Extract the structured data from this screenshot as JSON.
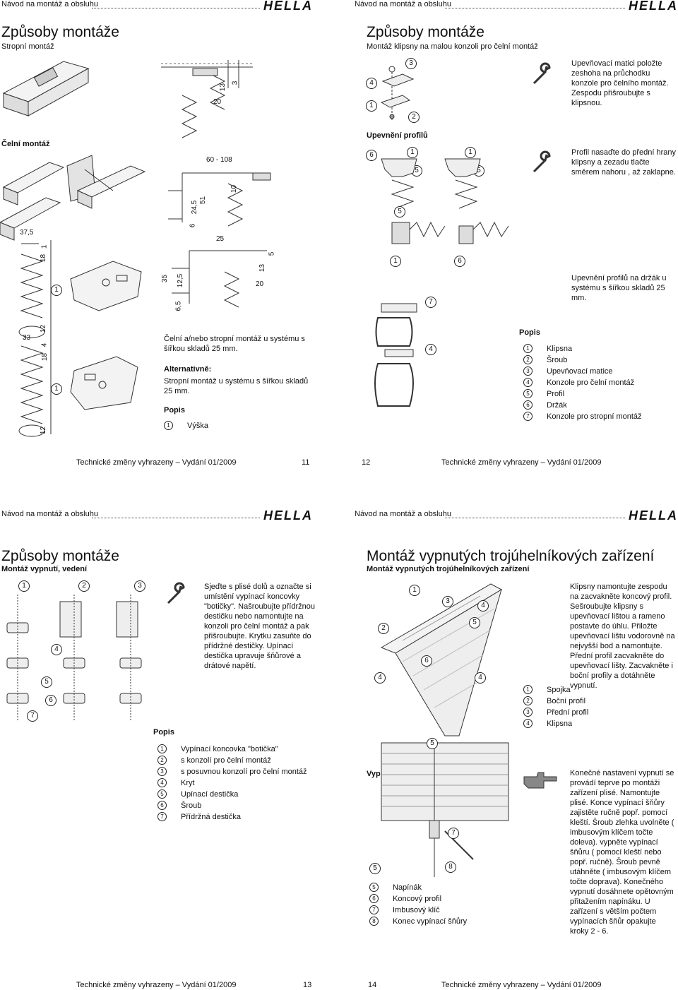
{
  "header": {
    "doc_title": "Návod na montáž a obsluhu",
    "brand": "HELLA"
  },
  "p11": {
    "title": "Způsoby montáže",
    "sub1": "Stropní montáž",
    "sub2": "Čelní montáž",
    "text1": "Čelní a/nebo stropní montáž u systému s šířkou skladů 25 mm.",
    "alt_head": "Alternativně:",
    "alt_text": "Stropní montáž u systému s šířkou skladů 25 mm.",
    "popis": "Popis",
    "legend": [
      {
        "n": "1",
        "label": "Výška"
      }
    ],
    "dims": [
      "20",
      "13",
      "3",
      "60 - 108",
      "10",
      "51",
      "24,5",
      "6",
      "25",
      "5",
      "13",
      "20",
      "35",
      "12,5",
      "6,5",
      "37,5",
      "18",
      "1",
      "33",
      "12",
      "18",
      "4",
      "12"
    ],
    "footer": "Technické změny vyhrazeny – Vydání 01/2009",
    "page": "11"
  },
  "p12": {
    "title": "Způsoby montáže",
    "sub1": "Montáž klipsny na malou konzoli pro čelní montáž",
    "text1": "Upevňovací matici položte zeshoha na průchodku konzole pro čelního montáž. Zespodu přišroubujte s klipsnou.",
    "sub2": "Upevnění profilů",
    "text2": "Profil nasaďte do přední hrany klipsny a zezadu tlačte směrem nahoru , až zaklapne.",
    "text3": "Upevnění profilů na držák u systému s šířkou skladů 25 mm.",
    "popis": "Popis",
    "legend": [
      {
        "n": "1",
        "label": "Klipsna"
      },
      {
        "n": "2",
        "label": "Šroub"
      },
      {
        "n": "3",
        "label": "Upevňovací matice"
      },
      {
        "n": "4",
        "label": "Konzole pro čelní montáž"
      },
      {
        "n": "5",
        "label": "Profil"
      },
      {
        "n": "6",
        "label": "Držák"
      },
      {
        "n": "7",
        "label": "Konzole pro stropní montáž"
      }
    ],
    "footer": "Technické změny vyhrazeny – Vydání 01/2009",
    "page": "12"
  },
  "p13": {
    "title": "Způsoby montáže",
    "sub1": "Montáž vypnutí, vedení",
    "text1": "Sjeďte s plisé dolů a označte si umístění vypínací koncovky \"botičky\". Našroubujte přídržnou destičku nebo namontujte na konzoli pro čelní montáž a pak přišroubujte. Krytku zasuňte do přídržné destičky. Upínací destička upravuje šňůrové a drátové napětí.",
    "popis": "Popis",
    "legend": [
      {
        "n": "1",
        "label": "Vypínací koncovka \"botička\""
      },
      {
        "n": "2",
        "label": "s konzolí pro čelní montáž"
      },
      {
        "n": "3",
        "label": "s posuvnou konzolí pro čelní montáž"
      },
      {
        "n": "4",
        "label": "Kryt"
      },
      {
        "n": "5",
        "label": "Upínací destička"
      },
      {
        "n": "6",
        "label": "Šroub"
      },
      {
        "n": "7",
        "label": "Přídržná destička"
      }
    ],
    "footer": "Technické změny vyhrazeny – Vydání 01/2009",
    "page": "13"
  },
  "p14": {
    "title": "Montáž vypnutých trojúhelníkových zařízení",
    "sub1": "Montáž vypnutých trojúhelníkových zařízení",
    "text1": "Klipsny namontujte zespodu na zacvakněte koncový profil. Sešroubujte klipsny s upevňovací lištou a rameno postavte do úhlu. Přiložte upevňovací lištu vodorovně na nejvyšší bod a namontujte. Přední profil zacvakněte do upevňovací lišty. Zacvakněte i boční profily a dotáhněte vypnutí.",
    "legend1": [
      {
        "n": "1",
        "label": "Spojka"
      },
      {
        "n": "2",
        "label": "Boční profil"
      },
      {
        "n": "3",
        "label": "Přední profil"
      },
      {
        "n": "4",
        "label": "Klipsna"
      }
    ],
    "sub2": "Vypnutí",
    "text2": "Konečné nastavení vypnutí se provádí teprve po montáži zařízení plisé. Namontujte plisé. Konce vypínací šňůry zajistěte ručně popř. pomocí kleští. Šroub zlehka uvolněte ( imbusovým klíčem točte doleva). vypněte vypínací šňůru ( pomocí kleští nebo popř. ručně). Šroub pevně utáhněte ( imbusovým klíčem točte doprava). Konečného vypnutí dosáhnete opětovným přitažením napínáku. U zařízení s větším počtem vypínacích šňůr opakujte kroky 2 - 6.",
    "legend2": [
      {
        "n": "5",
        "label": "Napínák"
      },
      {
        "n": "6",
        "label": "Koncový profil"
      },
      {
        "n": "7",
        "label": "Imbusový klíč"
      },
      {
        "n": "8",
        "label": "Konec vypínací šňůry"
      }
    ],
    "footer": "Technické změny vyhrazeny – Vydání 01/2009",
    "page": "14"
  }
}
